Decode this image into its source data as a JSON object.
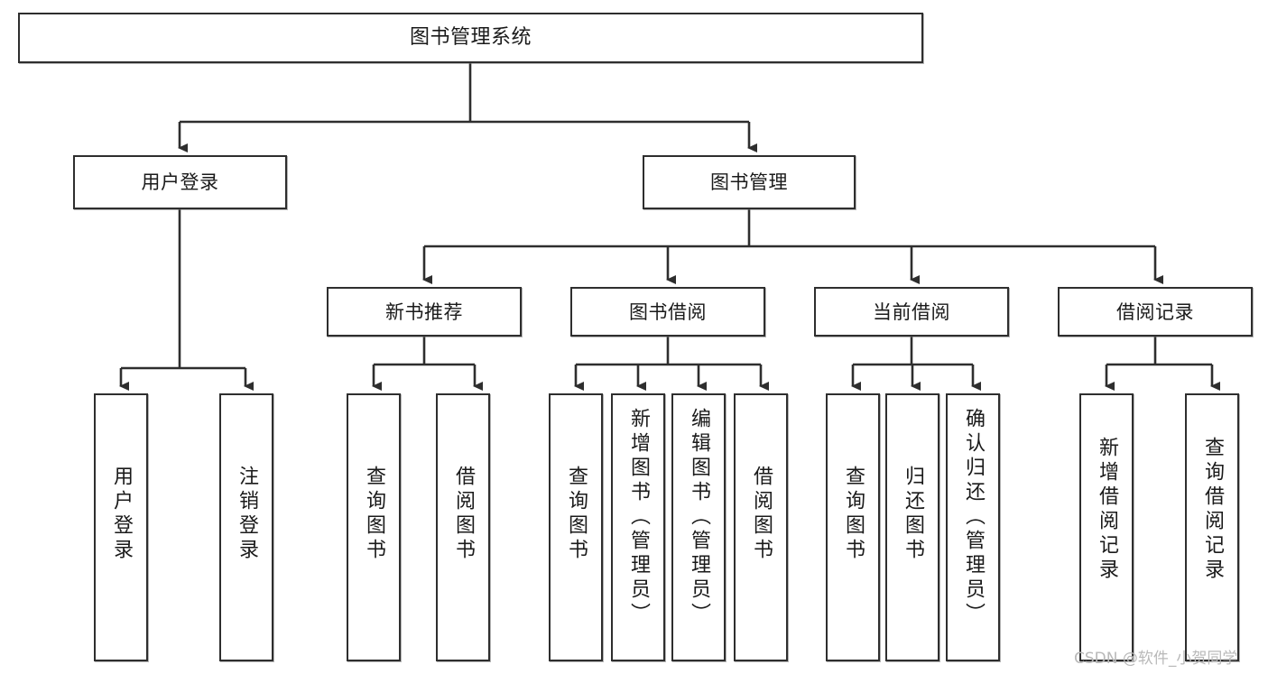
{
  "diagram": {
    "title": "图书管理系统",
    "type": "tree-hierarchy",
    "orientation": "top-down",
    "colors": {
      "box_border": "#2e2e2e",
      "box_fill": "#ffffff",
      "edge": "#2e2e2e",
      "text": "#1a1a1a",
      "watermark": "#b9b9b9"
    }
  },
  "nodes": {
    "root": {
      "label": "图书管理系统",
      "level": 1
    },
    "level2": [
      {
        "id": "user-login",
        "label": "用户登录"
      },
      {
        "id": "book-management",
        "label": "图书管理"
      }
    ],
    "level3": [
      {
        "id": "new-book-recommend",
        "label": "新书推荐"
      },
      {
        "id": "book-borrow",
        "label": "图书借阅"
      },
      {
        "id": "current-borrow",
        "label": "当前借阅"
      },
      {
        "id": "borrow-record",
        "label": "借阅记录"
      }
    ],
    "leaves": {
      "user-login": [
        {
          "id": "leaf-user-login",
          "label": "用户登录"
        },
        {
          "id": "leaf-logout",
          "label": "注销登录"
        }
      ],
      "new-book-recommend": [
        {
          "id": "leaf-query-book-1",
          "label": "查询图书"
        },
        {
          "id": "leaf-borrow-book-1",
          "label": "借阅图书"
        }
      ],
      "book-borrow": [
        {
          "id": "leaf-query-book-2",
          "label": "查询图书"
        },
        {
          "id": "leaf-add-book",
          "label": "新增图书（管理员）"
        },
        {
          "id": "leaf-edit-book",
          "label": "编辑图书（管理员）"
        },
        {
          "id": "leaf-borrow-book-2",
          "label": "借阅图书"
        }
      ],
      "current-borrow": [
        {
          "id": "leaf-query-book-3",
          "label": "查询图书"
        },
        {
          "id": "leaf-return-book",
          "label": "归还图书"
        },
        {
          "id": "leaf-confirm-return",
          "label": "确认归还（管理员）"
        }
      ],
      "borrow-record": [
        {
          "id": "leaf-add-record",
          "label": "新增借阅记录"
        },
        {
          "id": "leaf-query-record",
          "label": "查询借阅记录"
        }
      ]
    }
  },
  "watermark": {
    "text": "CSDN @软件_小贺同学"
  }
}
